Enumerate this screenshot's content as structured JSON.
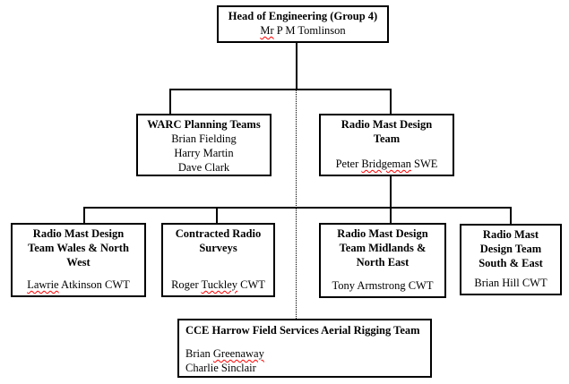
{
  "colors": {
    "background": "#ffffff",
    "box_border": "#000000",
    "connector_line": "#000000",
    "text": "#000000",
    "spellcheck_underline": "#ff0000"
  },
  "nodes": {
    "head": {
      "title": "Head of Engineering (Group 4)",
      "person": {
        "sq": "Mr",
        "post": " P M Tomlinson"
      }
    },
    "warc": {
      "title": "WARC Planning Teams",
      "members": [
        "Brian Fielding",
        "Harry Martin",
        "Dave Clark"
      ]
    },
    "rmdt": {
      "title_lines": [
        "Radio Mast Design",
        "Team"
      ],
      "person": {
        "pre": "Peter ",
        "sq": "Bridgeman",
        "post": " SWE"
      }
    },
    "wales": {
      "title_lines": [
        "Radio Mast Design",
        "Team Wales & North",
        "West"
      ],
      "person": {
        "sq": "Lawrie",
        "post": " Atkinson CWT"
      }
    },
    "contracted": {
      "title_lines": [
        "Contracted Radio",
        "Surveys"
      ],
      "person": {
        "pre": "Roger ",
        "sq": "Tuckley",
        "post": " CWT"
      }
    },
    "midlands": {
      "title_lines": [
        "Radio Mast Design",
        "Team Midlands &",
        "North East"
      ],
      "person": {
        "full": "Tony Armstrong CWT"
      }
    },
    "south": {
      "title_lines": [
        "Radio Mast",
        "Design Team",
        "South & East"
      ],
      "person": {
        "full": "Brian Hill CWT"
      }
    },
    "cce": {
      "title": "CCE Harrow Field Services Aerial Rigging Team",
      "member1": {
        "pre": "Brian ",
        "sq": "Greenaway"
      },
      "member2": "Charlie Sinclair"
    }
  },
  "edges": [
    {
      "from": "head",
      "to": "warc",
      "style": "solid"
    },
    {
      "from": "head",
      "to": "rmdt",
      "style": "solid"
    },
    {
      "from": "rmdt",
      "to": "wales",
      "style": "solid"
    },
    {
      "from": "rmdt",
      "to": "contracted",
      "style": "solid"
    },
    {
      "from": "rmdt",
      "to": "midlands",
      "style": "solid"
    },
    {
      "from": "rmdt",
      "to": "south",
      "style": "solid"
    },
    {
      "from": "head",
      "to": "cce",
      "style": "dotted"
    }
  ]
}
